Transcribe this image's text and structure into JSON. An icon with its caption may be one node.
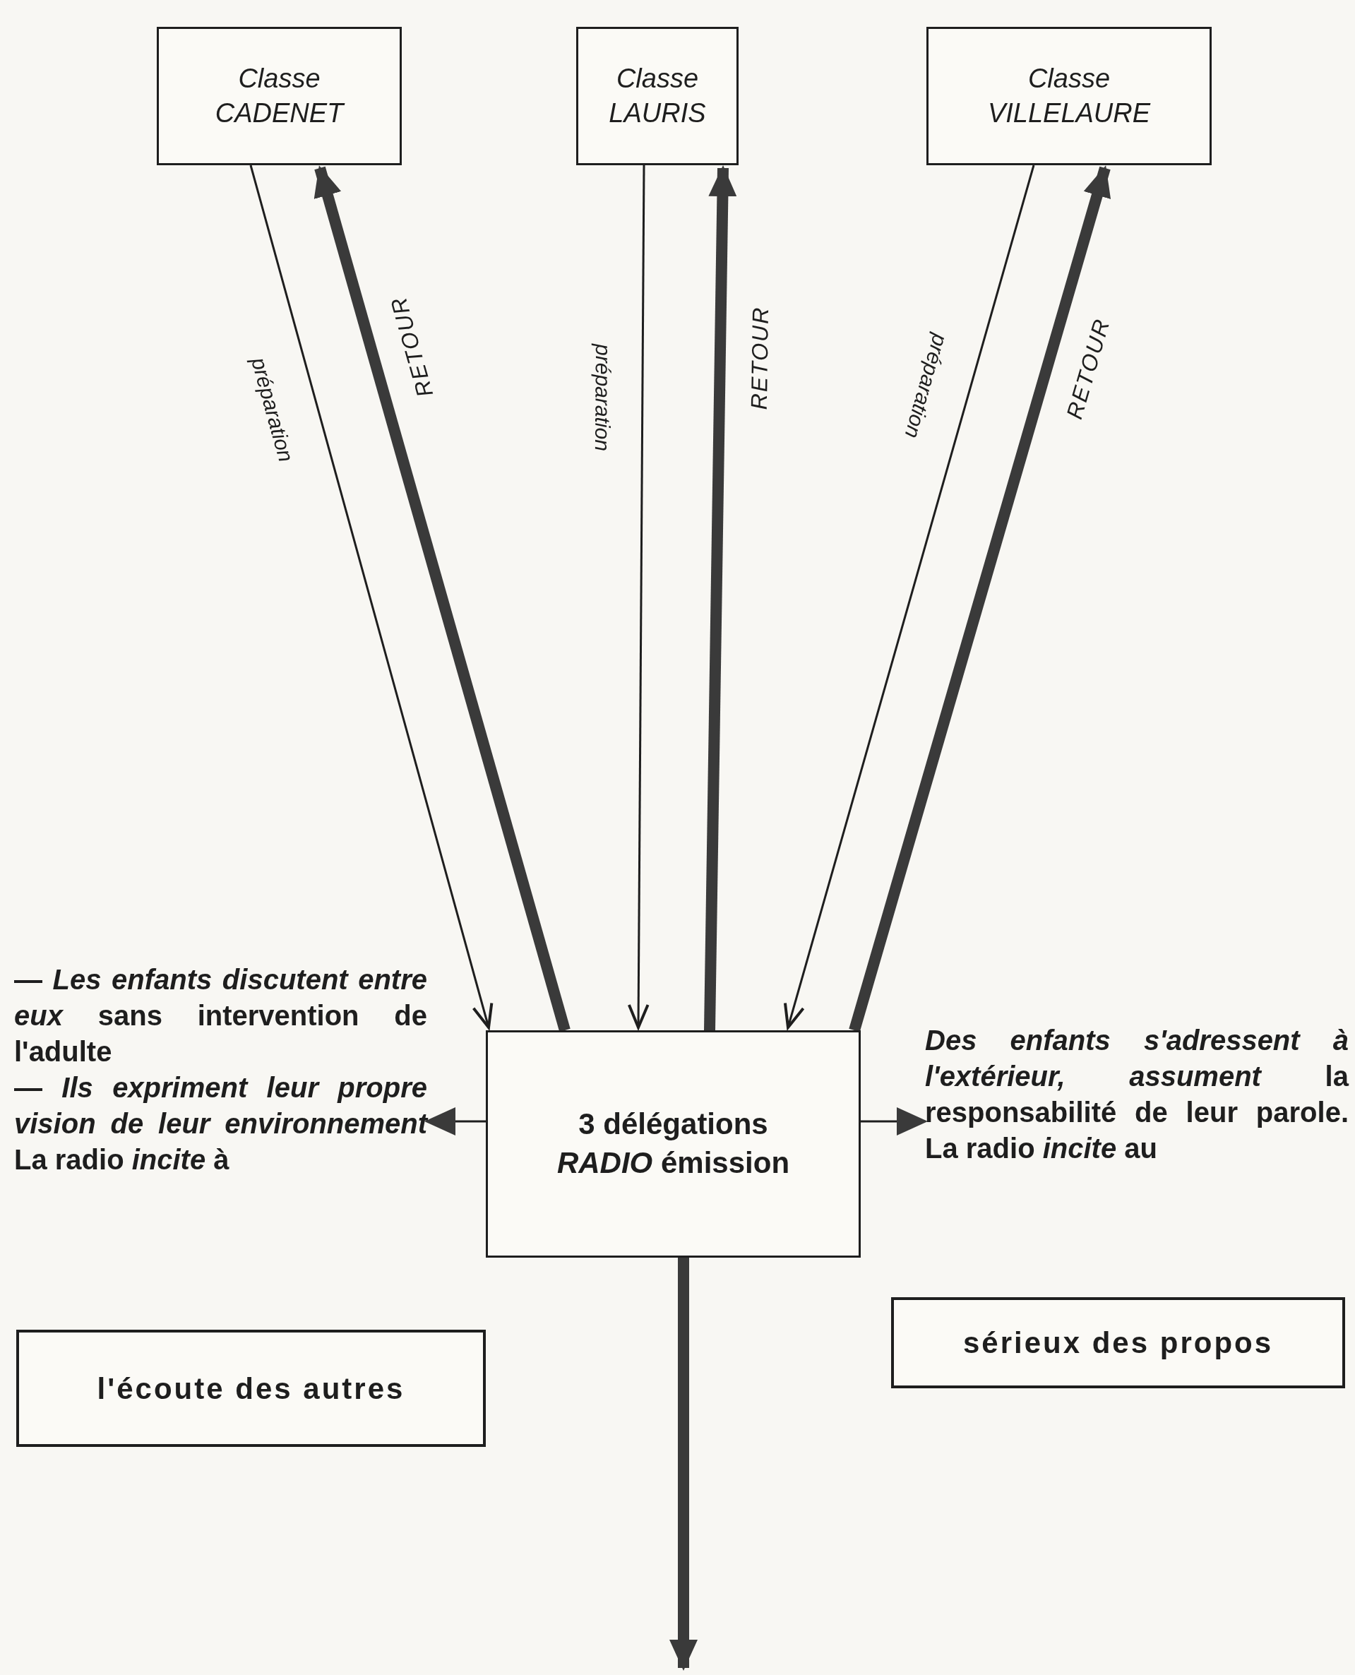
{
  "diagram": {
    "nodes": [
      {
        "text": [
          "Classe",
          "CADENET"
        ]
      },
      {
        "text": [
          "Classe",
          "LAURIS"
        ]
      },
      {
        "text": [
          "Classe",
          "VILLELAURE"
        ]
      },
      {
        "text": [
          "3 délégations *RADIO* émission"
        ]
      },
      {
        "text": [
          "— *Les enfants discutent entre eux* sans intervention de l'adulte",
          "— *Ils expriment leur propre vision de leur environnement*",
          "La radio *incite* à"
        ]
      },
      {
        "text": [
          "l'écoute des autres"
        ]
      },
      {
        "text": [
          "*Des enfants s'adressent à l'extérieur, assument* la responsabilité de leur parole.",
          "La radio *incite* au"
        ]
      },
      {
        "text": [
          "sérieux des propos"
        ]
      }
    ],
    "edges": [
      {
        "from": 0,
        "to": 3,
        "arrow": "to",
        "label": "préparation"
      },
      {
        "from": 3,
        "to": 0,
        "arrow": "to",
        "label": "RETOUR",
        "style": "thick"
      },
      {
        "from": 1,
        "to": 3,
        "arrow": "to",
        "label": "préparation"
      },
      {
        "from": 3,
        "to": 1,
        "arrow": "to",
        "label": "RETOUR",
        "style": "thick"
      },
      {
        "from": 2,
        "to": 3,
        "arrow": "to",
        "label": "préparation"
      },
      {
        "from": 3,
        "to": 2,
        "arrow": "to",
        "label": "RETOUR",
        "style": "thick"
      },
      {
        "from": 3,
        "to": 4,
        "arrow": "to"
      },
      {
        "from": 3,
        "to": 6,
        "arrow": "to"
      },
      {
        "from": 3,
        "to": null,
        "arrow": "to",
        "style": "thick"
      }
    ]
  }
}
